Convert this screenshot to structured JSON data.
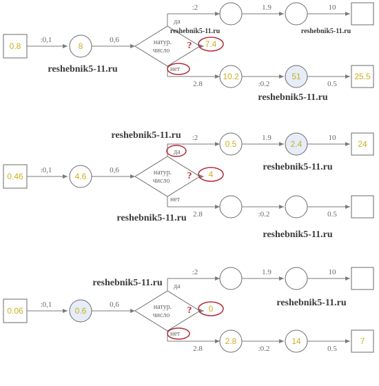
{
  "diagrams": [
    {
      "start": "0.8",
      "op1": ":0,1",
      "val1": "8",
      "op2": "0,6",
      "cond": {
        "l1": "натур.",
        "l2": "число",
        "q": "?"
      },
      "yes": "да",
      "no": "нет",
      "res_cond": "7.4",
      "yes_op1": ":2",
      "yes_val1": "",
      "yes_op2": "1.9",
      "yes_val2": "",
      "yes_op3": "10",
      "yes_end": "",
      "no_op1": "2.8",
      "no_val1": "10.2",
      "no_op2": ":0.2",
      "no_val2": "51",
      "no_op3": "0.5",
      "no_end": "25.5",
      "marks": [
        "no"
      ]
    },
    {
      "start": "0.46",
      "op1": ":0,1",
      "val1": "4.6",
      "op2": "0,6",
      "cond": {
        "l1": "натур.",
        "l2": "число",
        "q": "?"
      },
      "yes": "да",
      "no": "нет",
      "res_cond": "4",
      "yes_op1": ":2",
      "yes_val1": "0.5",
      "yes_op2": "1.9",
      "yes_val2": "2.4",
      "yes_op3": "10",
      "yes_end": "24",
      "no_op1": "2.8",
      "no_val1": "",
      "no_op2": ":0.2",
      "no_val2": "",
      "no_op3": "0.5",
      "no_end": "",
      "marks": [
        "yes"
      ]
    },
    {
      "start": "0.06",
      "op1": ":0,1",
      "val1": "0.6",
      "op2": "0,6",
      "cond": {
        "l1": "натур.",
        "l2": "число",
        "q": "?"
      },
      "yes": "да",
      "no": "нет",
      "res_cond": "0",
      "yes_op1": ":2",
      "yes_val1": "",
      "yes_op2": "1.9",
      "yes_val2": "",
      "yes_op3": "10",
      "yes_end": "",
      "no_op1": "2.8",
      "no_val1": "2.8",
      "no_op2": ":0.2",
      "no_val2": "14",
      "no_op3": "0.5",
      "no_end": "7",
      "marks": [
        "no"
      ]
    }
  ],
  "watermark": "reshebnik5-11.ru"
}
